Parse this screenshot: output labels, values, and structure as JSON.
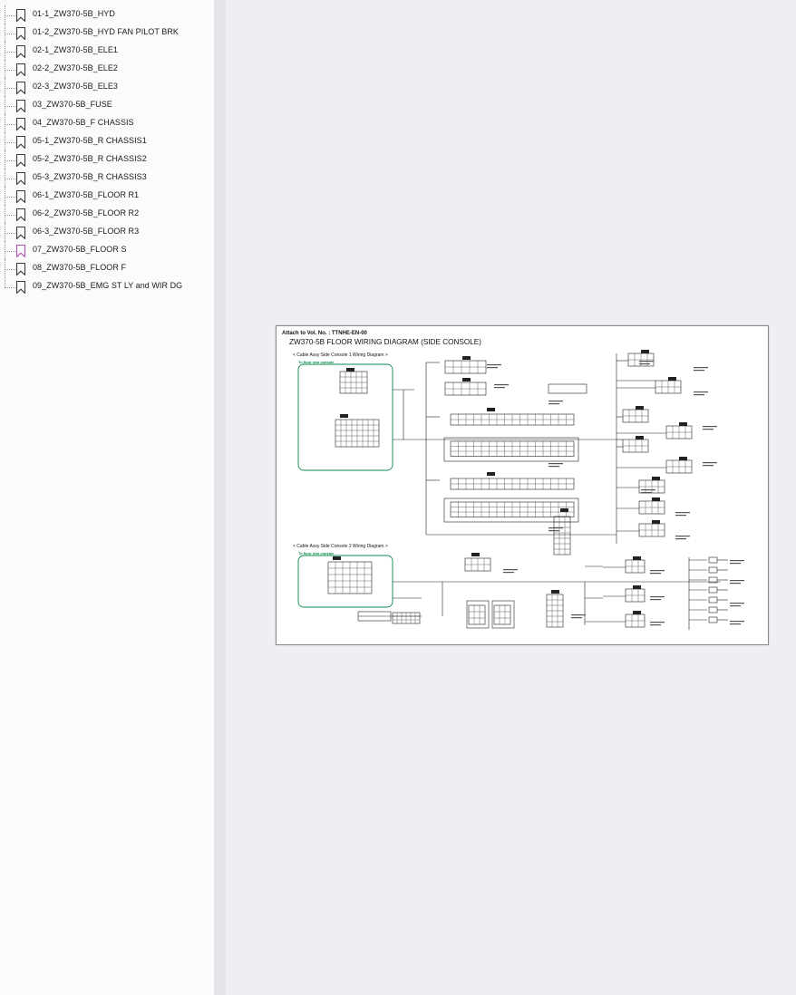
{
  "sidebar": {
    "bookmarks": [
      {
        "label": "01-1_ZW370-5B_HYD",
        "selected": false
      },
      {
        "label": "01-2_ZW370-5B_HYD FAN PILOT BRK",
        "selected": false
      },
      {
        "label": "02-1_ZW370-5B_ELE1",
        "selected": false
      },
      {
        "label": "02-2_ZW370-5B_ELE2",
        "selected": false
      },
      {
        "label": "02-3_ZW370-5B_ELE3",
        "selected": false
      },
      {
        "label": "03_ZW370-5B_FUSE",
        "selected": false
      },
      {
        "label": "04_ZW370-5B_F CHASSIS",
        "selected": false
      },
      {
        "label": "05-1_ZW370-5B_R CHASSIS1",
        "selected": false
      },
      {
        "label": "05-2_ZW370-5B_R CHASSIS2",
        "selected": false
      },
      {
        "label": "05-3_ZW370-5B_R CHASSIS3",
        "selected": false
      },
      {
        "label": "06-1_ZW370-5B_FLOOR R1",
        "selected": false
      },
      {
        "label": "06-2_ZW370-5B_FLOOR R2",
        "selected": false
      },
      {
        "label": "06-3_ZW370-5B_FLOOR R3",
        "selected": false
      },
      {
        "label": "07_ZW370-5B_FLOOR S",
        "selected": true
      },
      {
        "label": "08_ZW370-5B_FLOOR F",
        "selected": false
      },
      {
        "label": "09_ZW370-5B_EMG ST LY and WIR DG",
        "selected": false
      }
    ],
    "icon": "bookmark-icon",
    "colors": {
      "icon_default": "#3a3a3a",
      "icon_selected": "#b04fb0"
    }
  },
  "splitter": {
    "icon": "collapse-left-arrow-icon"
  },
  "document": {
    "attach": "Attach to Vol. No. : TTNHE-EN-00",
    "title": "ZW370-5B FLOOR WIRING DIAGRAM (SIDE CONSOLE)",
    "section1": "< Cable Assy Side Console 1 Wiring Diagram >",
    "section2": "< Cable Assy Side Console 2 Wiring Diagram >",
    "green_note1": "To floor rear console",
    "green_note2": "To floor rear console",
    "colors": {
      "green": "#0a8a4e",
      "ink": "#111111"
    }
  }
}
